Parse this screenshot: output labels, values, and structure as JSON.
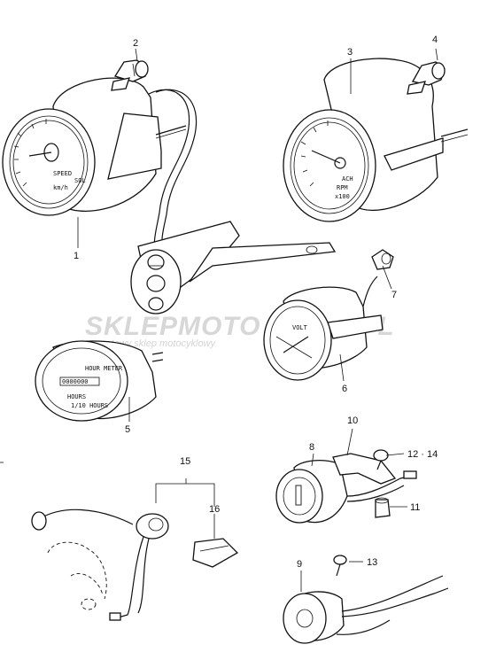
{
  "watermark": {
    "brand": "SKLEPMOTO",
    "suffix": ".PL",
    "tagline": "internetowy sklep motocyklowy"
  },
  "callouts": {
    "c1": "1",
    "c2": "2",
    "c3": "3",
    "c4": "4",
    "c5": "5",
    "c6": "6",
    "c7": "7",
    "c8": "8",
    "c9": "9",
    "c10": "10",
    "c11": "11",
    "c12_14": "12 · 14",
    "c13": "13",
    "c15": "15",
    "c16": "16"
  },
  "dials": {
    "speedometer": [
      "SPEED",
      "SOL",
      "km/h"
    ],
    "tachometer": [
      "RPM",
      "x100",
      "ACH"
    ],
    "voltmeter": [
      "VOLT"
    ],
    "hourmeter": [
      "HOUR METER",
      "0000000",
      "HOURS",
      "1/10 HOURS"
    ]
  }
}
